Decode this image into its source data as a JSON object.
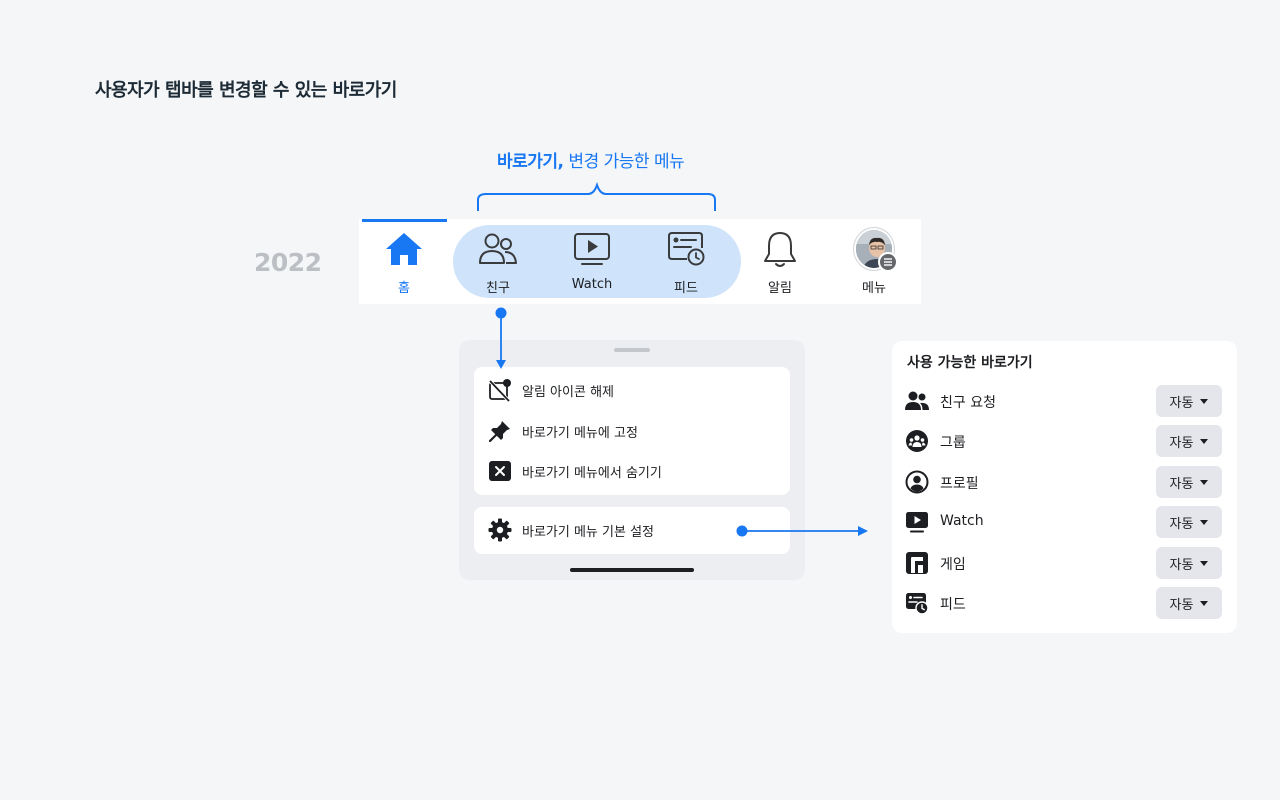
{
  "page": {
    "title": "사용자가 탭바를 변경할 수 있는 바로가기",
    "year": "2022"
  },
  "annotation": {
    "caption_strong": "바로가기,",
    "caption_rest": " 변경 가능한 메뉴"
  },
  "tabbar": {
    "tabs": [
      {
        "label": "홈",
        "icon": "home-icon",
        "active": true
      },
      {
        "label": "친구",
        "icon": "friends-icon"
      },
      {
        "label": "Watch",
        "icon": "watch-icon"
      },
      {
        "label": "피드",
        "icon": "feeds-icon"
      },
      {
        "label": "알림",
        "icon": "bell-icon"
      },
      {
        "label": "메뉴",
        "icon": "menu-icon"
      }
    ]
  },
  "sheet": {
    "items": [
      {
        "label": "알림 아이콘 해제",
        "icon": "notification-off-icon"
      },
      {
        "label": "바로가기 메뉴에 고정",
        "icon": "pin-icon"
      },
      {
        "label": "바로가기 메뉴에서 숨기기",
        "icon": "close-square-icon"
      }
    ],
    "settings": {
      "label": "바로가기 메뉴 기본 설정",
      "icon": "gear-icon"
    }
  },
  "panel": {
    "title": "사용 가능한 바로가기",
    "button_label": "자동",
    "rows": [
      {
        "label": "친구 요청",
        "icon": "friend-requests-icon"
      },
      {
        "label": "그룹",
        "icon": "groups-icon"
      },
      {
        "label": "프로필",
        "icon": "profile-icon"
      },
      {
        "label": "Watch",
        "icon": "watch-icon"
      },
      {
        "label": "게임",
        "icon": "gaming-icon"
      },
      {
        "label": "피드",
        "icon": "feeds-icon"
      }
    ]
  },
  "colors": {
    "accent": "#1877f2",
    "pill": "#cfe4fb",
    "background": "#f5f6f8",
    "muted_year": "#bcc0c4"
  }
}
